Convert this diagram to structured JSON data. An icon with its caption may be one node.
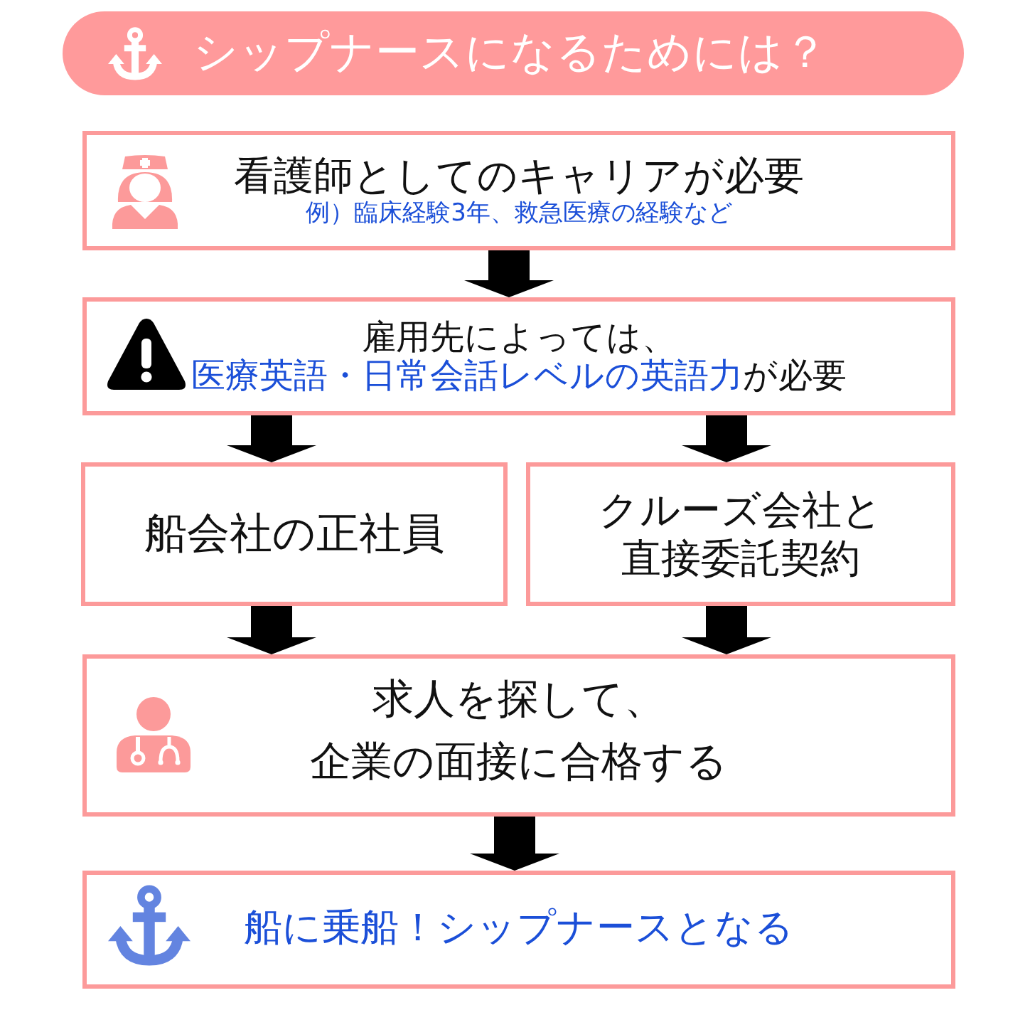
{
  "diagram": {
    "title": "シップナースになるためには？",
    "nodes": [
      {
        "text": [
          "看護師としてのキャリアが必要",
          "例）臨床経験3年、救急医療の経験など"
        ]
      },
      {
        "text": [
          "雇用先によっては、**医療英語・日常会話レベルの英語力**が必要"
        ]
      },
      {
        "text": [
          "船会社の正社員"
        ]
      },
      {
        "text": [
          "クルーズ会社と直接委託契約"
        ]
      },
      {
        "text": [
          "求人を探して、企業の面接に合格する"
        ]
      },
      {
        "text": [
          "船に乗船！シップナースとなる"
        ]
      }
    ],
    "edges": [
      {
        "from": 0,
        "to": 1,
        "arrow": "to"
      },
      {
        "from": 1,
        "to": 2,
        "arrow": "to"
      },
      {
        "from": 1,
        "to": 3,
        "arrow": "to"
      },
      {
        "from": 2,
        "to": 4,
        "arrow": "to"
      },
      {
        "from": 3,
        "to": 4,
        "arrow": "to"
      },
      {
        "from": 4,
        "to": 5,
        "arrow": "to"
      }
    ]
  }
}
